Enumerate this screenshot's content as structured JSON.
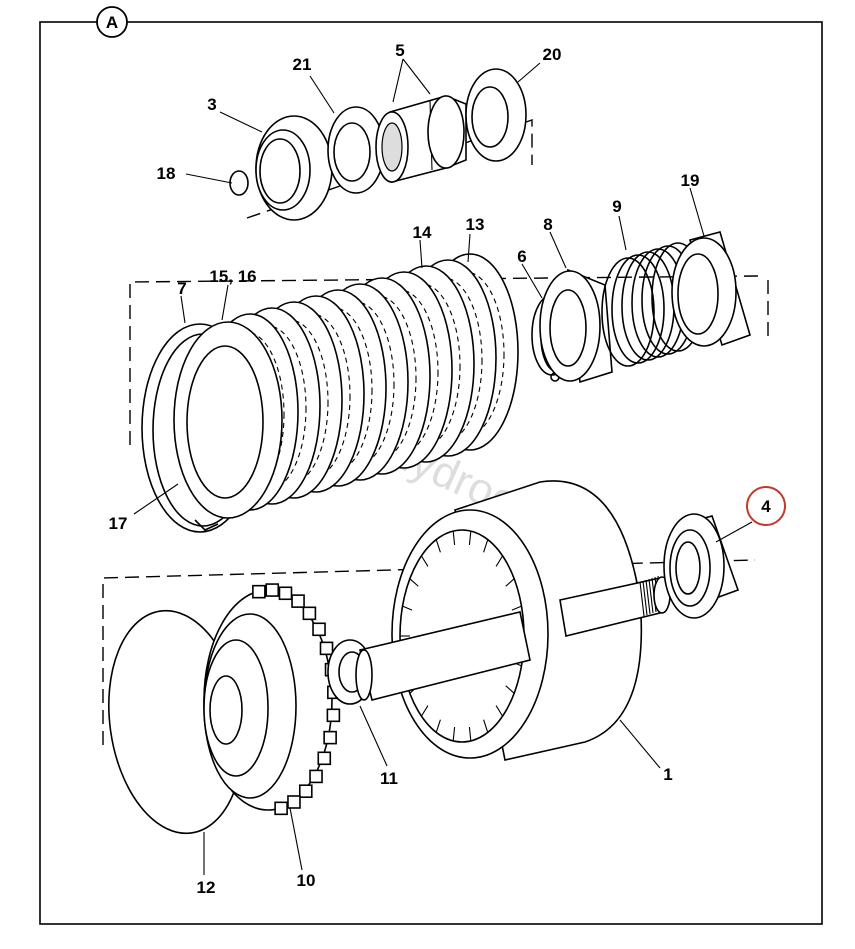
{
  "view_letter": "A",
  "watermark": "www.hydroeb.sk",
  "callouts": [
    {
      "id": "1",
      "text": "1"
    },
    {
      "id": "3",
      "text": "3"
    },
    {
      "id": "4",
      "text": "4",
      "highlighted": true
    },
    {
      "id": "5",
      "text": "5"
    },
    {
      "id": "6",
      "text": "6"
    },
    {
      "id": "7",
      "text": "7"
    },
    {
      "id": "8",
      "text": "8"
    },
    {
      "id": "9",
      "text": "9"
    },
    {
      "id": "10",
      "text": "10"
    },
    {
      "id": "11",
      "text": "11"
    },
    {
      "id": "12",
      "text": "12"
    },
    {
      "id": "13",
      "text": "13"
    },
    {
      "id": "14",
      "text": "14"
    },
    {
      "id": "15-16",
      "text": "15, 16"
    },
    {
      "id": "17",
      "text": "17"
    },
    {
      "id": "18",
      "text": "18"
    },
    {
      "id": "19",
      "text": "19"
    },
    {
      "id": "20",
      "text": "20"
    },
    {
      "id": "21",
      "text": "21"
    }
  ],
  "colors": {
    "line": "#000000",
    "highlight": "#c0392b",
    "background": "#ffffff"
  }
}
